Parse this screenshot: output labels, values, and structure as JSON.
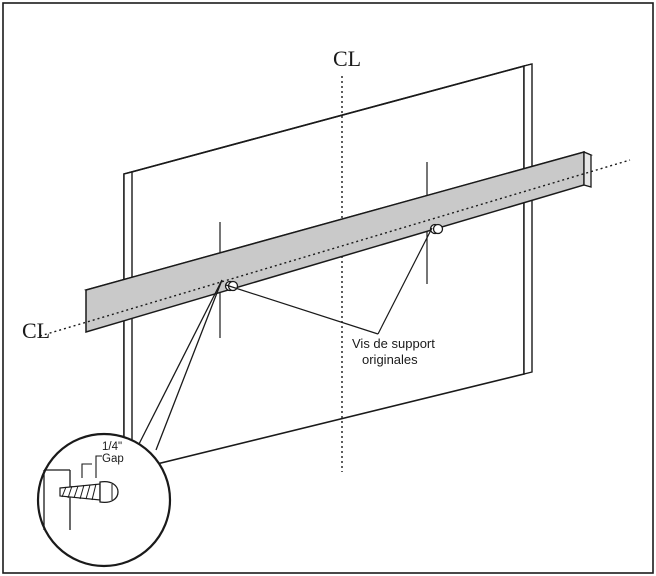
{
  "labels": {
    "centerline_symbol": "CL",
    "screws_line1": "Vis de support",
    "screws_line2": "originales",
    "gap_line1": "1/4\"",
    "gap_line2": "Gap"
  },
  "colors": {
    "ink": "#1a1a1a",
    "rail_fill": "#c9c9c9",
    "panel_fill": "#ffffff"
  }
}
